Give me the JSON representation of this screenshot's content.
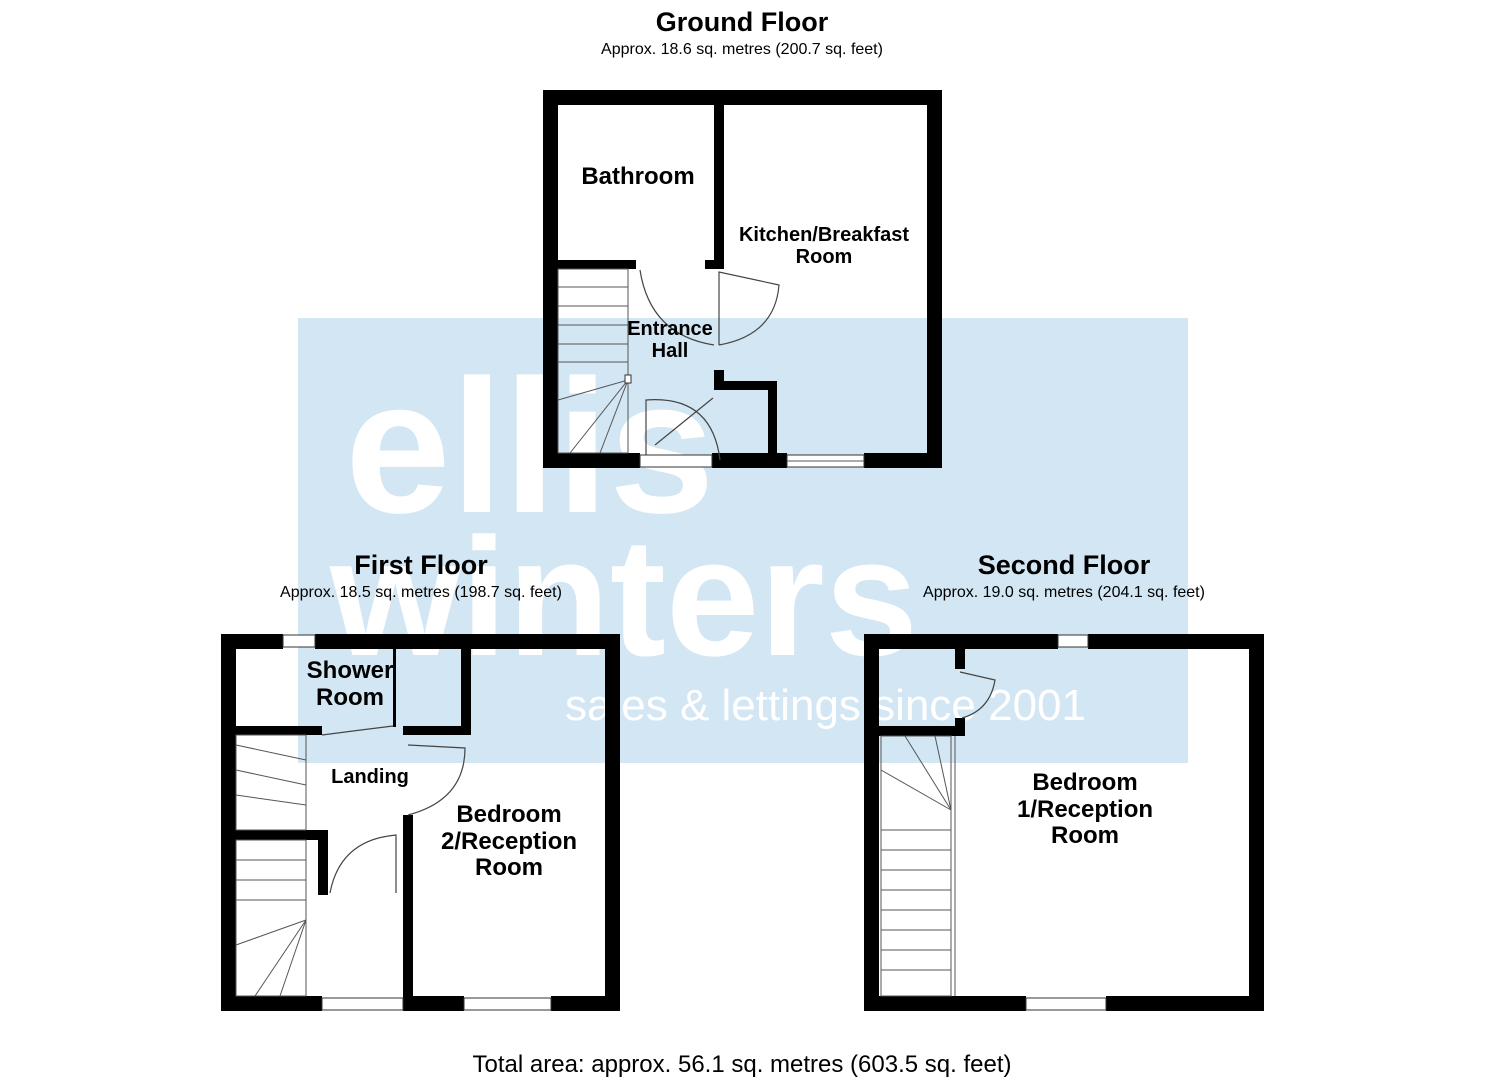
{
  "floors": {
    "ground": {
      "title": "Ground Floor",
      "area": "Approx. 18.6 sq. metres (200.7 sq. feet)",
      "rooms": {
        "bathroom": "Bathroom",
        "kitchen_line1": "Kitchen/Breakfast",
        "kitchen_line2": "Room",
        "hall_line1": "Entrance",
        "hall_line2": "Hall"
      }
    },
    "first": {
      "title": "First Floor",
      "area": "Approx. 18.5 sq. metres (198.7 sq. feet)",
      "rooms": {
        "shower_line1": "Shower",
        "shower_line2": "Room",
        "landing": "Landing",
        "bedroom_line1": "Bedroom",
        "bedroom_line2": "2/Reception",
        "bedroom_line3": "Room"
      }
    },
    "second": {
      "title": "Second Floor",
      "area": "Approx. 19.0 sq. metres (204.1 sq. feet)",
      "rooms": {
        "bedroom_line1": "Bedroom",
        "bedroom_line2": "1/Reception",
        "bedroom_line3": "Room"
      }
    }
  },
  "watermark": {
    "line1": "ellis",
    "line2": "winters",
    "tagline": "sales & lettings since 2001",
    "color": "#d3e6f3"
  },
  "total_area": "Total area: approx. 56.1 sq. metres (603.5 sq. feet)"
}
